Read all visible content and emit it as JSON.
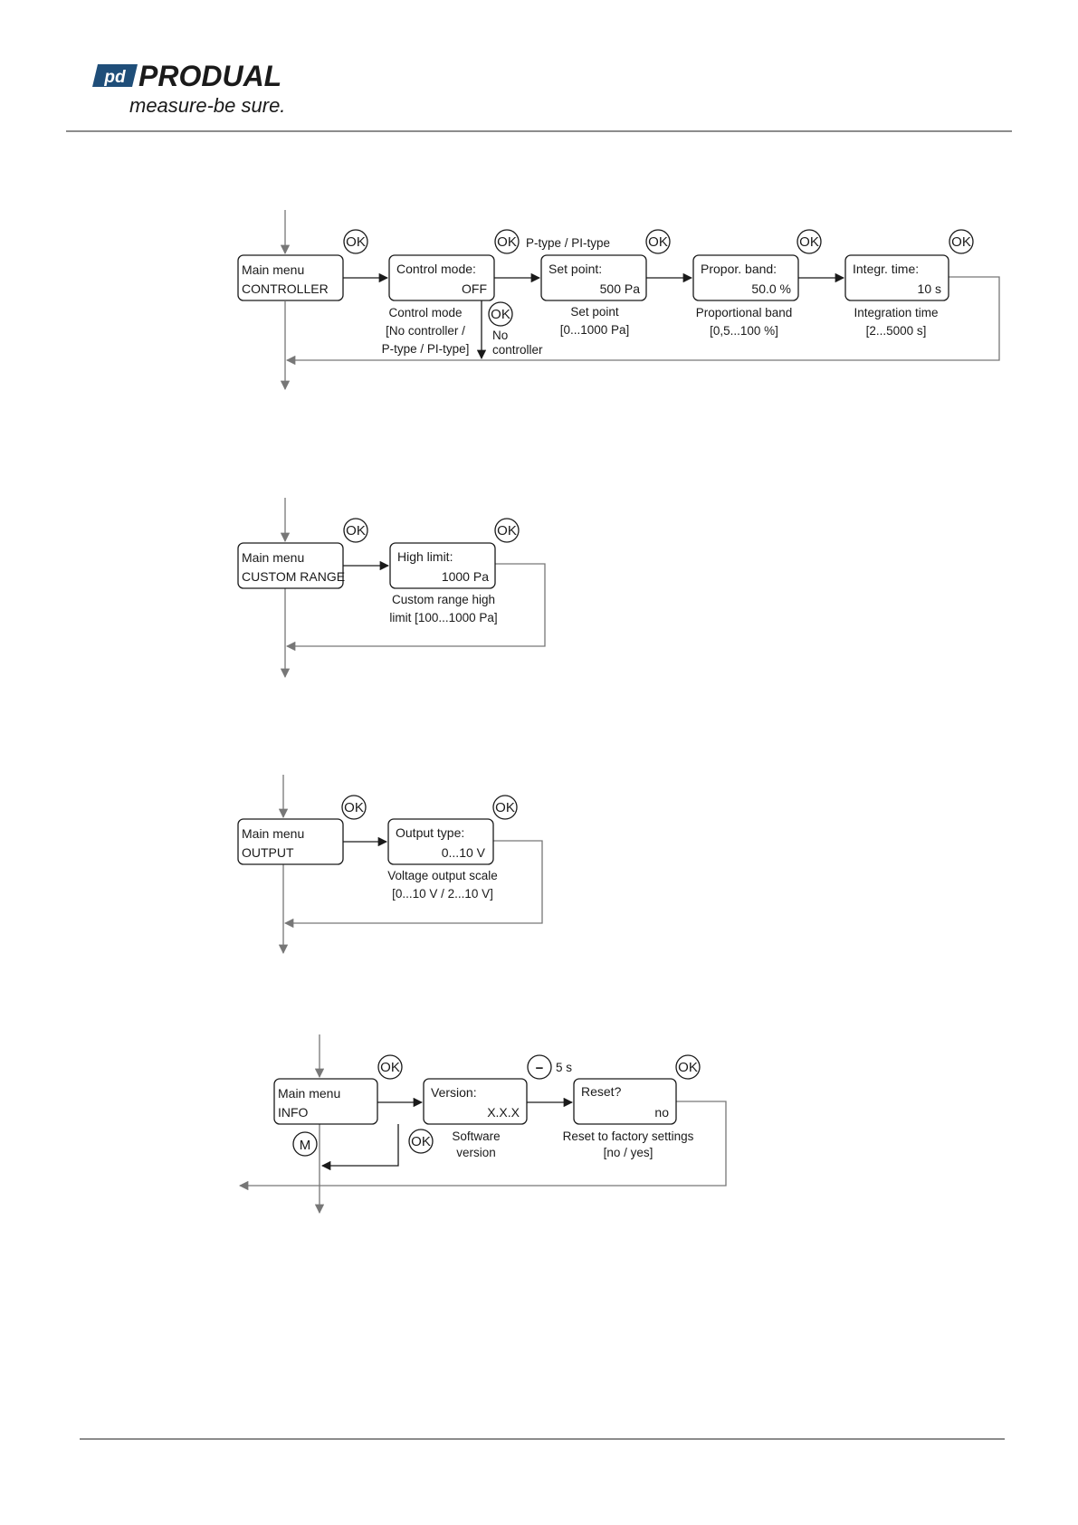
{
  "brand": {
    "name": "PRODUAL",
    "tagline": "measure-be sure.",
    "mark_text": "pd",
    "colors": {
      "mark": "#1f4e79",
      "text": "#1a1a1a"
    }
  },
  "buttons": {
    "ok": "OK",
    "menu": "M",
    "minus": "−"
  },
  "controller": {
    "main_box": {
      "line1": "Main menu",
      "line2": "CONTROLLER"
    },
    "control_mode_box": {
      "line1": "Control mode:",
      "value": "OFF"
    },
    "control_mode_caption": [
      "Control mode",
      "[No controller /",
      "P-type / PI-type]"
    ],
    "no_controller_label": [
      "No",
      "controller"
    ],
    "branch_label": "P-type / PI-type",
    "setpoint_box": {
      "line1": "Set point:",
      "value": "500 Pa"
    },
    "setpoint_caption": [
      "Set point",
      "[0...1000 Pa]"
    ],
    "propband_box": {
      "line1": "Propor. band:",
      "value": "50.0 %"
    },
    "propband_caption": [
      "Proportional band",
      "[0,5...100 %]"
    ],
    "integr_box": {
      "line1": "Integr. time:",
      "value": "10 s"
    },
    "integr_caption": [
      "Integration time",
      "[2...5000 s]"
    ]
  },
  "custom_range": {
    "main_box": {
      "line1": "Main menu",
      "line2": "CUSTOM RANGE"
    },
    "highlimit_box": {
      "line1": "High limit:",
      "value": "1000 Pa"
    },
    "highlimit_caption": [
      "Custom range high",
      "limit [100...1000 Pa]"
    ]
  },
  "output": {
    "main_box": {
      "line1": "Main menu",
      "line2": "OUTPUT"
    },
    "outtype_box": {
      "line1": "Output type:",
      "value": "0...10 V"
    },
    "outtype_caption": [
      "Voltage output scale",
      "[0...10 V / 2...10 V]"
    ]
  },
  "info": {
    "main_box": {
      "line1": "Main menu",
      "line2": "INFO"
    },
    "version_box": {
      "line1": "Version:",
      "value": "X.X.X"
    },
    "version_caption": [
      "Software",
      "version"
    ],
    "hold_label": "5 s",
    "reset_box": {
      "line1": "Reset?",
      "value": "no"
    },
    "reset_caption": [
      "Reset to factory settings",
      "[no / yes]"
    ]
  }
}
